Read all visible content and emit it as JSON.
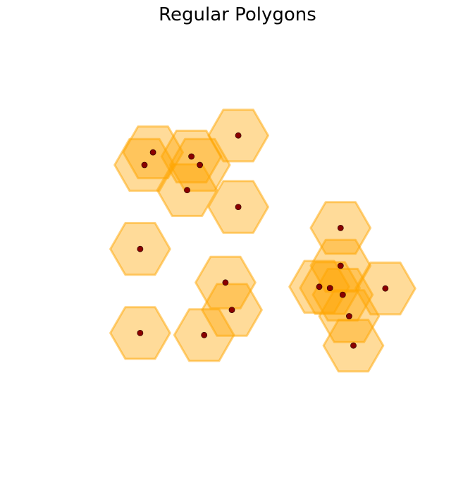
{
  "chart_data": {
    "type": "scatter",
    "title": "Regular Polygons",
    "xlabel": "",
    "ylabel": "",
    "axis_visible": false,
    "grid": false,
    "xlim": [
      0,
      10
    ],
    "ylim": [
      0,
      10
    ],
    "shape": "hexagon",
    "shape_radius": 0.7,
    "fill_color": "#FFA500",
    "fill_alpha": 0.4,
    "edge_color": "#FFA500",
    "marker_color": "#8B0000",
    "points": [
      {
        "x": 2.0,
        "y": 7.4
      },
      {
        "x": 2.2,
        "y": 7.7
      },
      {
        "x": 3.1,
        "y": 7.6
      },
      {
        "x": 3.3,
        "y": 7.4
      },
      {
        "x": 4.2,
        "y": 8.1
      },
      {
        "x": 3.0,
        "y": 6.8
      },
      {
        "x": 4.2,
        "y": 6.4
      },
      {
        "x": 1.9,
        "y": 5.4
      },
      {
        "x": 6.6,
        "y": 5.9
      },
      {
        "x": 6.6,
        "y": 5.0
      },
      {
        "x": 3.9,
        "y": 4.6
      },
      {
        "x": 6.1,
        "y": 4.5
      },
      {
        "x": 6.35,
        "y": 4.47
      },
      {
        "x": 6.65,
        "y": 4.31
      },
      {
        "x": 7.65,
        "y": 4.46
      },
      {
        "x": 4.05,
        "y": 3.95
      },
      {
        "x": 6.8,
        "y": 3.8
      },
      {
        "x": 1.9,
        "y": 3.4
      },
      {
        "x": 3.4,
        "y": 3.35
      },
      {
        "x": 6.9,
        "y": 3.1
      }
    ]
  }
}
